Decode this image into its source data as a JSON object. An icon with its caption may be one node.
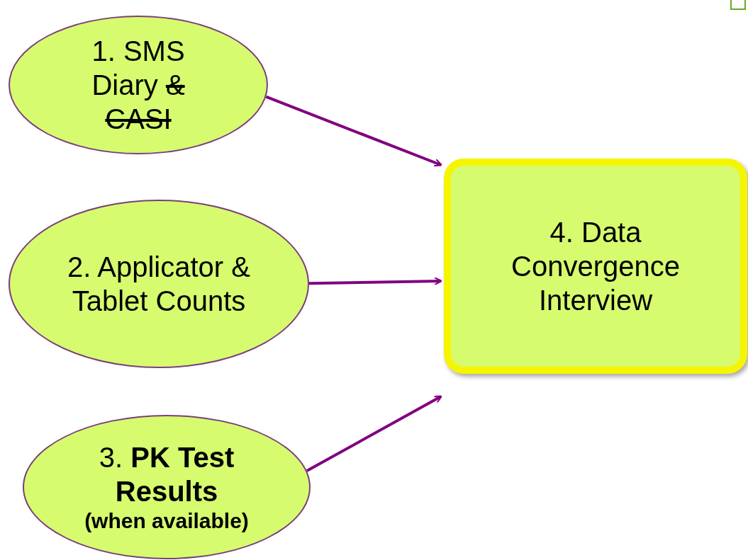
{
  "diagram": {
    "nodes": [
      {
        "text": [
          "1. SMS Diary",
          "& CASI"
        ]
      },
      {
        "text": [
          "2. Applicator & Tablet Counts"
        ]
      },
      {
        "text": [
          "3. **PK Test Results**",
          "(when available)"
        ]
      },
      {
        "text": [
          "4. Data Convergence Interview"
        ]
      }
    ],
    "edges": [
      {
        "from": 0,
        "to": 3,
        "arrow": "to",
        "color": "#800080"
      },
      {
        "from": 1,
        "to": 3,
        "arrow": "to",
        "color": "#800080"
      },
      {
        "from": 2,
        "to": 3,
        "arrow": "to",
        "color": "#800080"
      }
    ]
  }
}
